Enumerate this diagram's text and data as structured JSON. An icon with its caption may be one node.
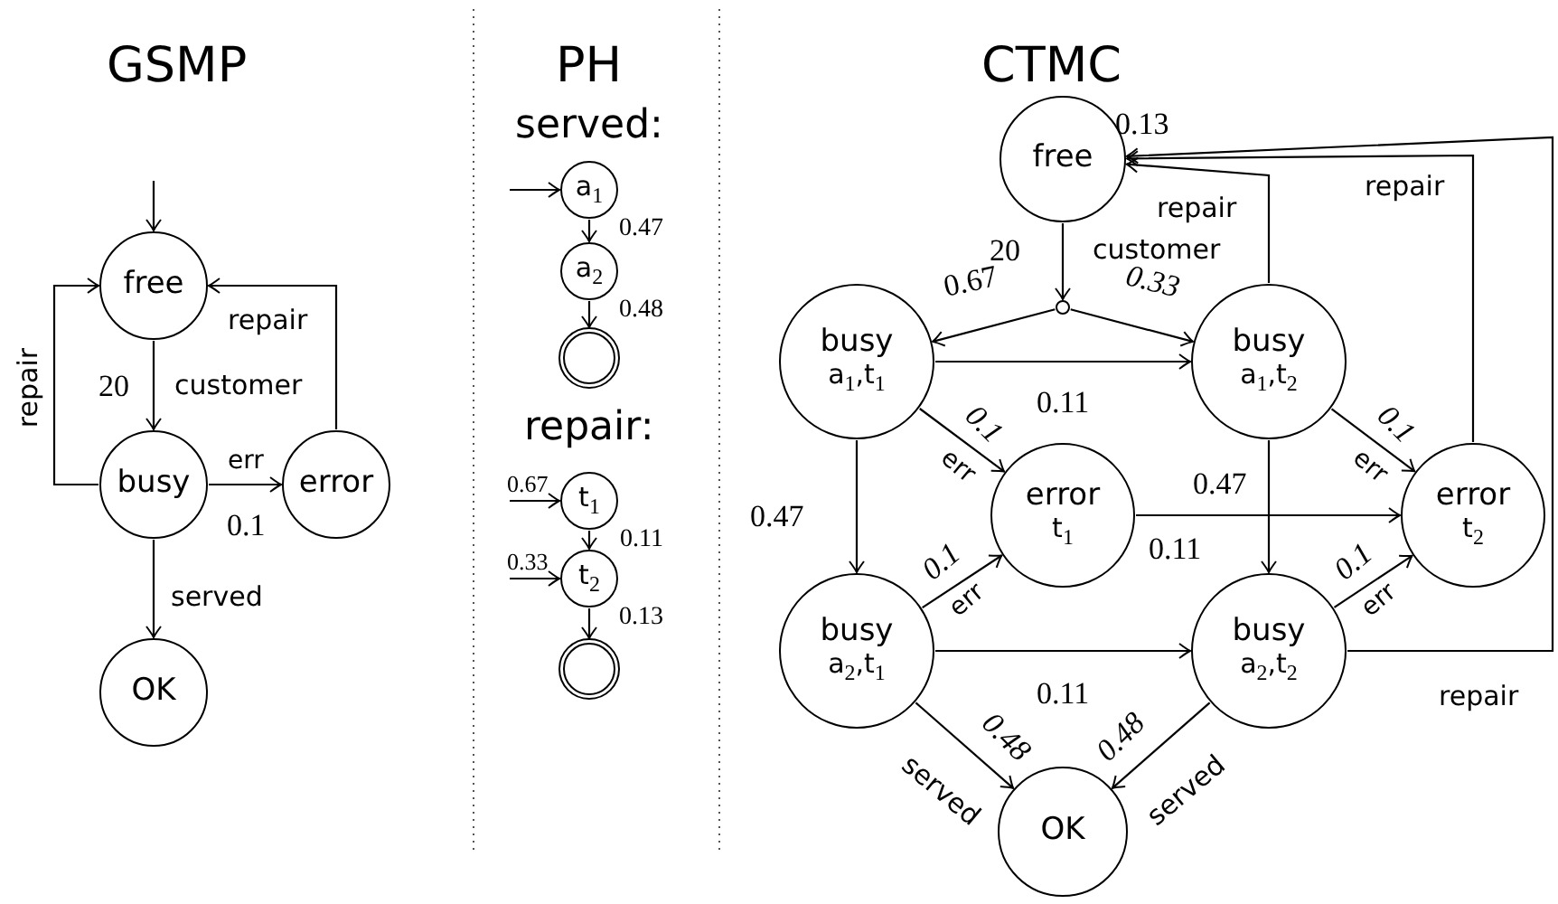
{
  "diagram": {
    "nodes": [
      {
        "text": [
          "free"
        ]
      },
      {
        "text": [
          "busy"
        ]
      },
      {
        "text": [
          "error"
        ]
      },
      {
        "text": [
          "OK"
        ]
      },
      {
        "text": [
          "a$_{1}$"
        ]
      },
      {
        "text": [
          "a$_{2}$"
        ]
      },
      {
        "text": [],
        "shape": "circle"
      },
      {
        "text": [
          "t$_{1}$"
        ]
      },
      {
        "text": [
          "t$_{2}$"
        ]
      },
      {
        "text": [],
        "shape": "circle"
      },
      {
        "text": [
          "free"
        ]
      },
      {
        "text": [],
        "shape": "circle"
      },
      {
        "text": [
          "busy",
          "a$_{1}$,t$_{1}$"
        ]
      },
      {
        "text": [
          "busy",
          "a$_{1}$,t$_{2}$"
        ]
      },
      {
        "text": [
          "error",
          "t$_{1}$"
        ]
      },
      {
        "text": [
          "error",
          "t$_{2}$"
        ]
      },
      {
        "text": [
          "busy",
          "a$_{2}$,t$_{1}$"
        ]
      },
      {
        "text": [
          "busy",
          "a$_{2}$,t$_{2}$"
        ]
      },
      {
        "text": [
          "OK"
        ]
      }
    ],
    "edges": [
      {
        "from": null,
        "to": 0,
        "arrow": "to"
      },
      {
        "from": 0,
        "to": 1,
        "arrow": "to",
        "label": "customer"
      },
      {
        "from": 1,
        "to": 0,
        "arrow": "to",
        "label": "repair"
      },
      {
        "from": 2,
        "to": 0,
        "arrow": "to",
        "label": "repair"
      },
      {
        "from": 1,
        "to": 2,
        "arrow": "to",
        "label": "err"
      },
      {
        "from": 1,
        "to": 3,
        "arrow": "to",
        "label": "served"
      },
      {
        "from": null,
        "to": 4,
        "arrow": "to"
      },
      {
        "from": 4,
        "to": 5,
        "arrow": "to",
        "label": "0.47"
      },
      {
        "from": 5,
        "to": 6,
        "arrow": "to",
        "label": "0.48"
      },
      {
        "from": null,
        "to": 7,
        "arrow": "to",
        "label": "0.67"
      },
      {
        "from": 7,
        "to": 8,
        "arrow": "to",
        "label": "0.11"
      },
      {
        "from": null,
        "to": 8,
        "arrow": "to",
        "label": "0.33"
      },
      {
        "from": 8,
        "to": 9,
        "arrow": "to",
        "label": "0.13"
      },
      {
        "from": 10,
        "to": 11,
        "arrow": "to",
        "label": "customer"
      },
      {
        "from": 11,
        "to": 12,
        "arrow": "to",
        "label": "0.67"
      },
      {
        "from": 11,
        "to": 13,
        "arrow": "to",
        "label": "0.33"
      },
      {
        "from": 12,
        "to": 13,
        "arrow": "to",
        "label": "0.11"
      },
      {
        "from": 13,
        "to": 10,
        "arrow": "to",
        "label": "repair"
      },
      {
        "from": 15,
        "to": 10,
        "arrow": "to",
        "label": "repair"
      },
      {
        "from": 17,
        "to": 10,
        "arrow": "to",
        "label": "repair"
      },
      {
        "from": 12,
        "to": 14,
        "arrow": "to",
        "label": "err"
      },
      {
        "from": 13,
        "to": 15,
        "arrow": "to",
        "label": "err"
      },
      {
        "from": 12,
        "to": 16,
        "arrow": "to",
        "label": "0.47"
      },
      {
        "from": 13,
        "to": 17,
        "arrow": "to",
        "label": "0.47"
      },
      {
        "from": 14,
        "to": 15,
        "arrow": "to",
        "label": "0.11"
      },
      {
        "from": 16,
        "to": 14,
        "arrow": "to",
        "label": "err"
      },
      {
        "from": 17,
        "to": 15,
        "arrow": "to",
        "label": "err"
      },
      {
        "from": 16,
        "to": 17,
        "arrow": "to",
        "label": "0.11"
      },
      {
        "from": 16,
        "to": 18,
        "arrow": "to",
        "label": "served"
      },
      {
        "from": 17,
        "to": 18,
        "arrow": "to",
        "label": "served"
      }
    ],
    "labels": [
      "GSMP",
      "PH",
      "CTMC",
      "served:",
      "repair:",
      "20",
      "0.1",
      "0.13",
      "20",
      "0.1",
      "0.1",
      "0.1",
      "0.1",
      "0.48",
      "0.48"
    ]
  }
}
